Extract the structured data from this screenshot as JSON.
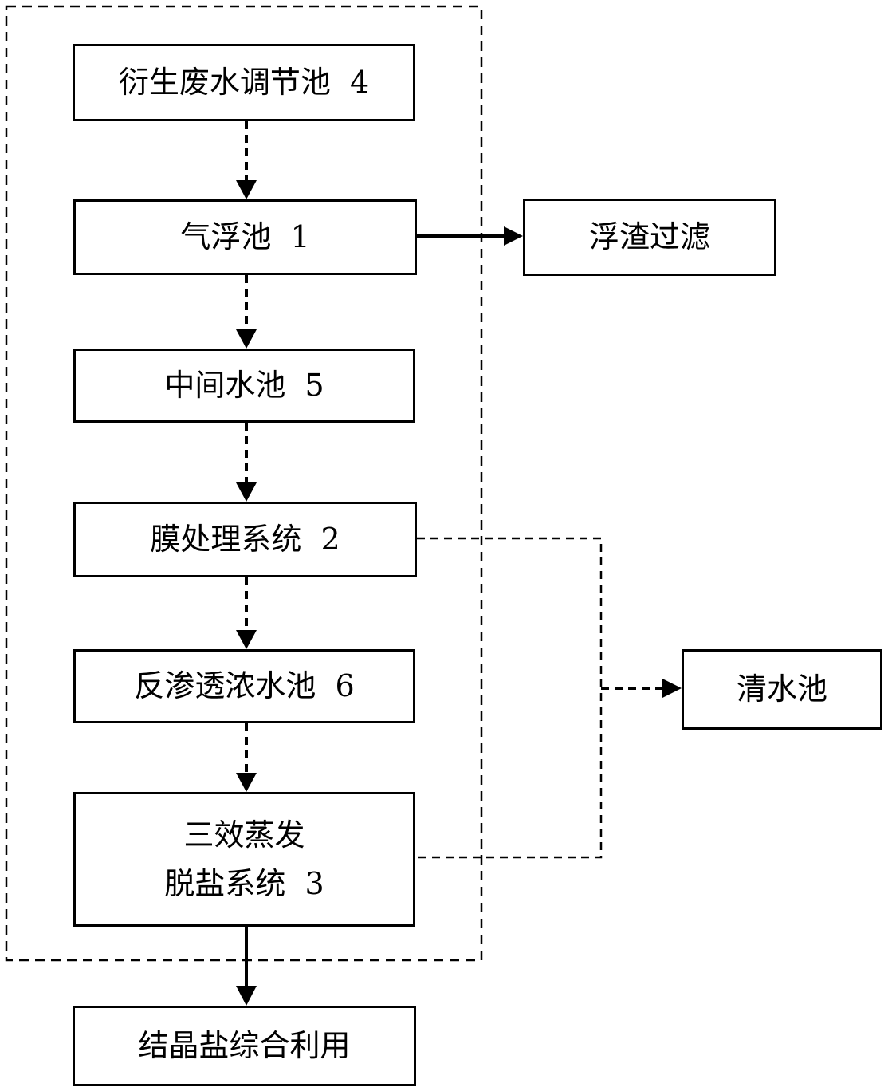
{
  "diagram": {
    "boxes": {
      "tiaojie": "衍生废水调节池  4",
      "qifu": "气浮池  1",
      "fuzha": "浮渣过滤",
      "zhongjian": "中间水池  5",
      "mo": "膜处理系统  2",
      "fanshen": "反渗透浓水池  6",
      "sanxiao": "三效蒸发\n脱盐系统  3",
      "qingshui": "清水池",
      "jiejing": "结晶盐综合利用"
    },
    "line_color": "#000000"
  }
}
